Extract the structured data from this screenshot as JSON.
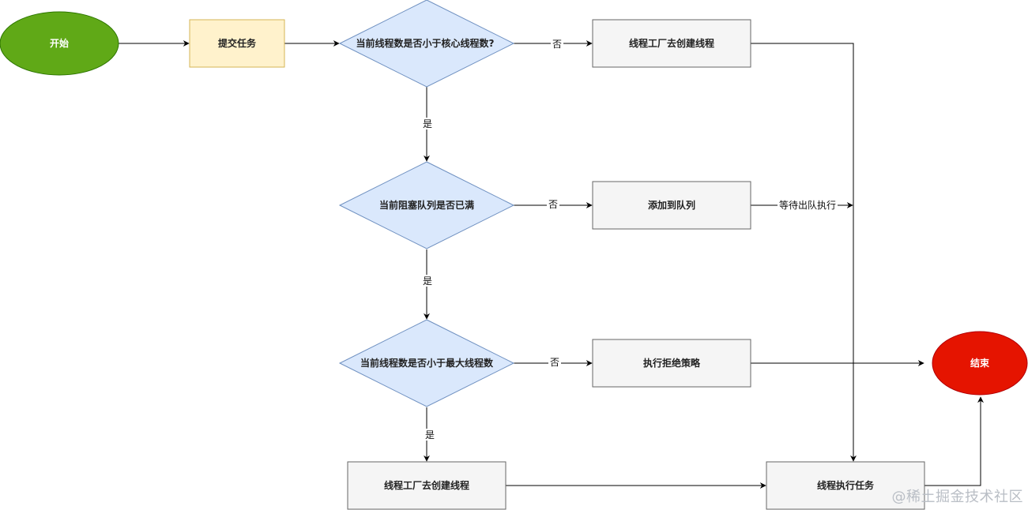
{
  "colors": {
    "start_fill": "#60a917",
    "start_stroke": "#2d7600",
    "end_fill": "#e51400",
    "end_stroke": "#b20000",
    "submit_fill": "#fff2cc",
    "submit_stroke": "#d6b656",
    "decision_fill": "#dae8fc",
    "decision_stroke": "#6c8ebf",
    "process_fill": "#f5f5f5",
    "process_stroke": "#666666",
    "edge": "#000000"
  },
  "nodes": {
    "start": "开始",
    "submit": "提交任务",
    "decision_core": "当前线程数是否小于核心线程数?",
    "create_thread_top": "线程工厂去创建线程",
    "decision_queue": "当前阻塞队列是否已满",
    "add_queue": "添加到队列",
    "decision_max": "当前线程数是否小于最大线程数",
    "reject": "执行拒绝策略",
    "create_thread_bottom": "线程工厂去创建线程",
    "execute": "线程执行任务",
    "end": "结束"
  },
  "edges": {
    "no_core": "否",
    "yes_core": "是",
    "no_queue": "否",
    "yes_queue": "是",
    "no_max": "否",
    "yes_max": "是",
    "wait_dequeue": "等待出队执行"
  },
  "watermark": "@稀土掘金技术社区"
}
